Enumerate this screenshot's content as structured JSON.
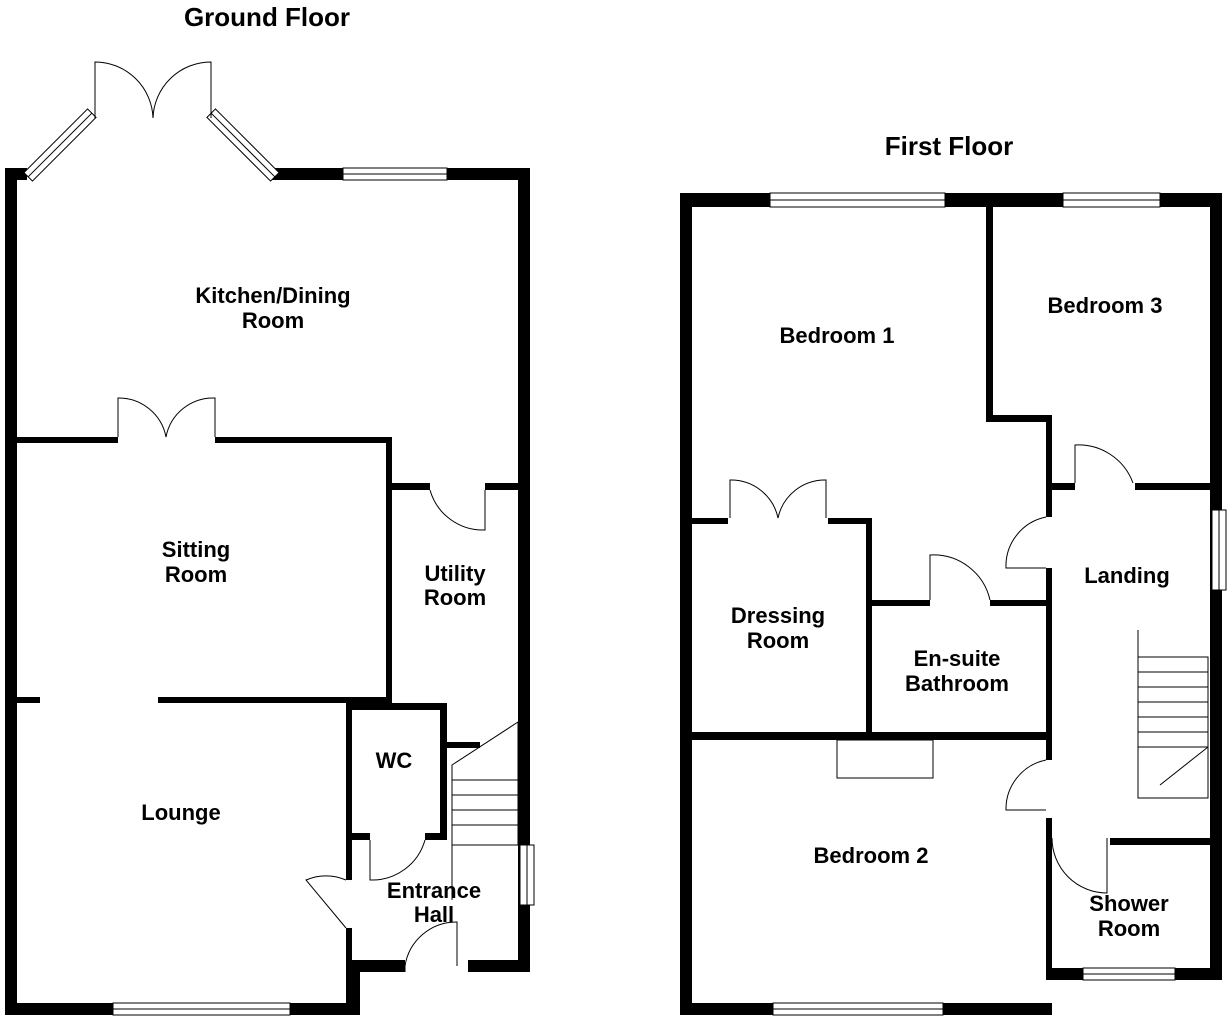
{
  "floors": [
    {
      "title": "Ground Floor",
      "rooms": [
        {
          "line1": "Kitchen/Dining",
          "line2": "Room"
        },
        {
          "line1": "Sitting",
          "line2": "Room"
        },
        {
          "line1": "Utility",
          "line2": "Room"
        },
        {
          "line1": "WC",
          "line2": ""
        },
        {
          "line1": "Lounge",
          "line2": ""
        },
        {
          "line1": "Entrance",
          "line2": "Hall"
        }
      ]
    },
    {
      "title": "First Floor",
      "rooms": [
        {
          "line1": "Bedroom 1",
          "line2": ""
        },
        {
          "line1": "Bedroom 3",
          "line2": ""
        },
        {
          "line1": "Landing",
          "line2": ""
        },
        {
          "line1": "Dressing",
          "line2": "Room"
        },
        {
          "line1": "En-suite",
          "line2": "Bathroom"
        },
        {
          "line1": "Bedroom 2",
          "line2": ""
        },
        {
          "line1": "Shower",
          "line2": "Room"
        }
      ]
    }
  ]
}
